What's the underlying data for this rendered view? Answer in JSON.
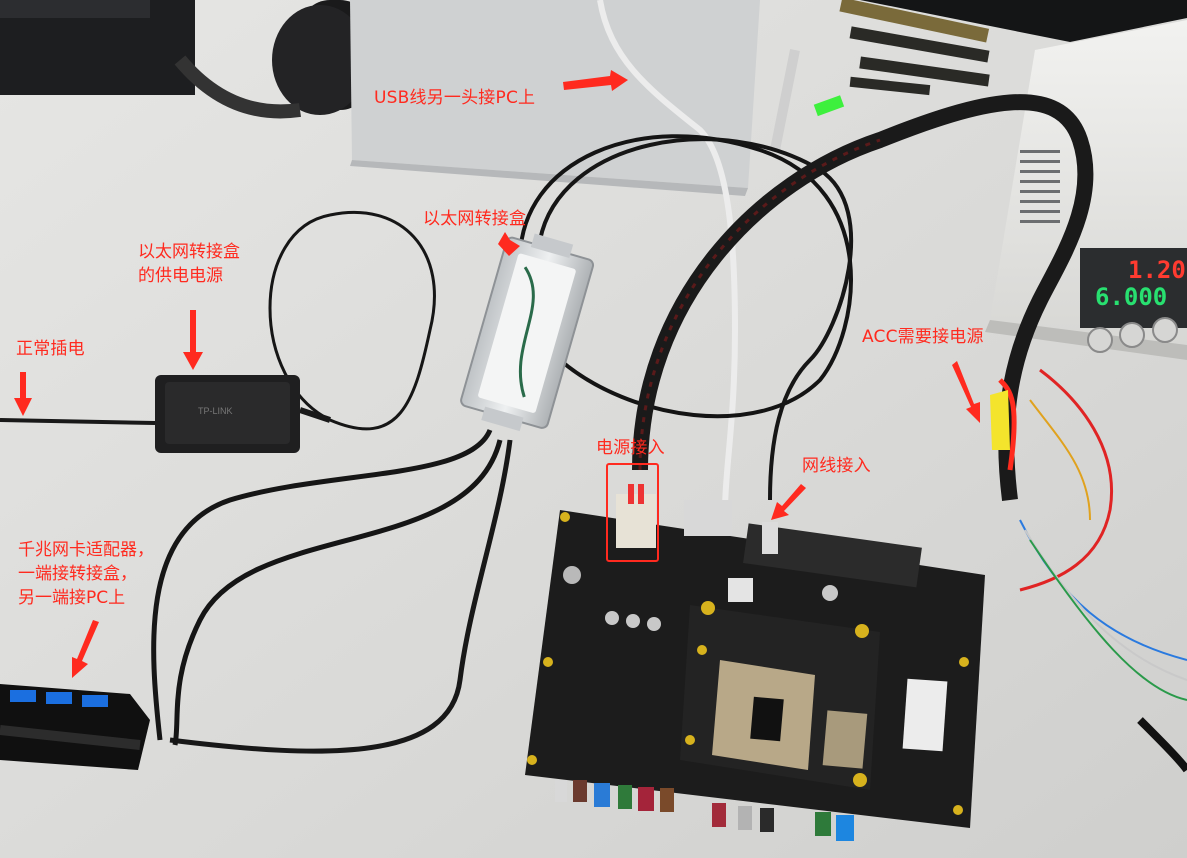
{
  "annotations": {
    "usb_note": "USB线另一头接PC上",
    "ethernet_box": "以太网转接盒",
    "box_power_line1": "以太网转接盒",
    "box_power_line2": "的供电电源",
    "normal_plug": "正常插电",
    "acc_note": "ACC需要接电源",
    "power_input": "电源接入",
    "network_input": "网线接入",
    "adapter_line1": "千兆网卡适配器，",
    "adapter_line2": "一端接转接盒，",
    "adapter_line3": "另一端接PC上"
  },
  "device_labels": {
    "psu_brand": "TP-LINK",
    "lab_psu_upper": "1.20",
    "lab_psu_lower": "6.000"
  },
  "colors": {
    "annotation": "#ff2a1f",
    "desk": "#dcdcda",
    "pcb": "#1c1c1c"
  }
}
